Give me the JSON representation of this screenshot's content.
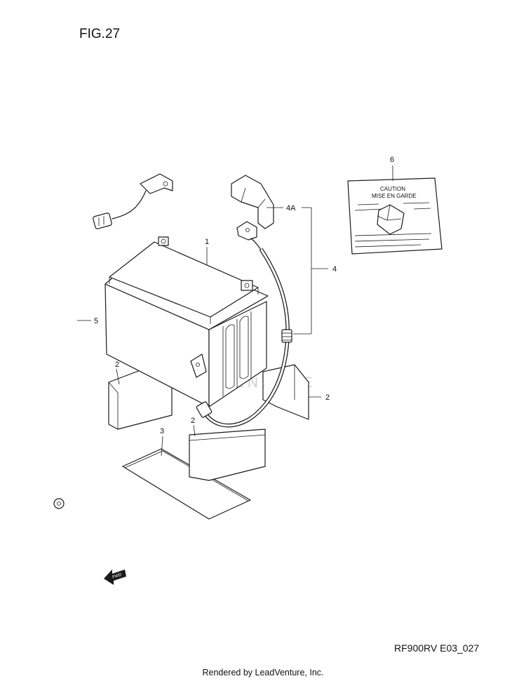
{
  "figure": {
    "title": "FIG.27",
    "model_code": "RF900RV E03_027"
  },
  "callouts": [
    {
      "id": "c1",
      "text": "1"
    },
    {
      "id": "c2a",
      "text": "2"
    },
    {
      "id": "c2b",
      "text": "2"
    },
    {
      "id": "c2c",
      "text": "2"
    },
    {
      "id": "c3",
      "text": "3"
    },
    {
      "id": "c4",
      "text": "4"
    },
    {
      "id": "c4a",
      "text": "4A"
    },
    {
      "id": "c5",
      "text": "5"
    },
    {
      "id": "c6",
      "text": "6"
    }
  ],
  "caution_label": {
    "line1": "CAUTION",
    "line2": "MISE EN GARDE"
  },
  "fwd_arrow": {
    "text": "FWD"
  },
  "watermark": {
    "text": "LEADVENTURE"
  },
  "footer": {
    "text": "Rendered by LeadVenture, Inc."
  }
}
